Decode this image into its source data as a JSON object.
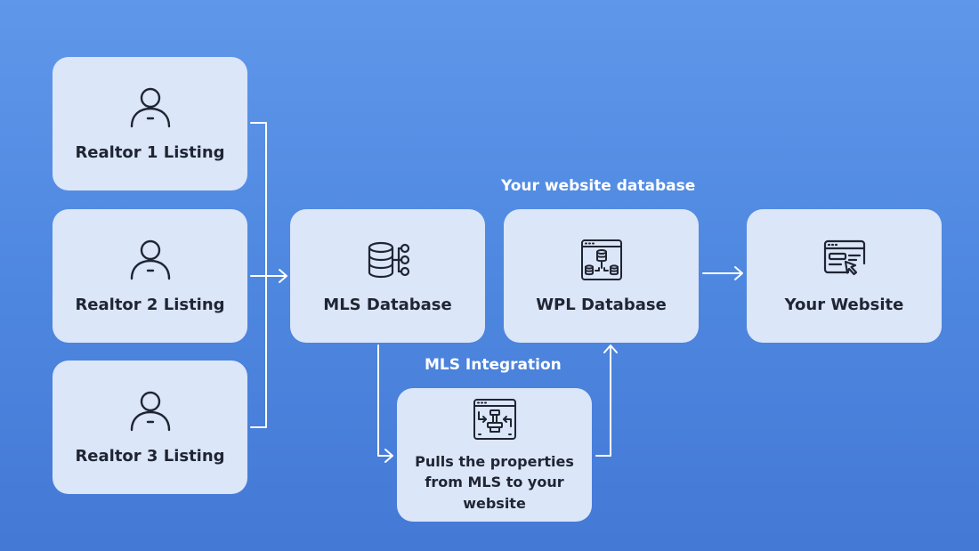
{
  "nodes": {
    "realtor1": {
      "label": "Realtor 1 Listing",
      "icon": "user-icon"
    },
    "realtor2": {
      "label": "Realtor 2 Listing",
      "icon": "user-icon"
    },
    "realtor3": {
      "label": "Realtor 3 Listing",
      "icon": "user-icon"
    },
    "mls_database": {
      "label": "MLS Database",
      "icon": "database-network-icon"
    },
    "wpl_database": {
      "label": "WPL Database",
      "icon": "database-window-icon"
    },
    "your_website": {
      "label": "Your Website",
      "icon": "browser-cursor-icon"
    },
    "pulls": {
      "label": "Pulls the properties from MLS to your website",
      "icon": "integration-window-icon"
    }
  },
  "annotations": {
    "website_database": "Your website database",
    "mls_integration": "MLS Integration"
  },
  "colors": {
    "background_top": "#5f97ea",
    "background_bottom": "#4479d6",
    "node_fill": "#dbe6f8",
    "node_text": "#1f2533",
    "connector": "#ffffff"
  },
  "edges": [
    {
      "from": "realtor1",
      "to": "mls_database"
    },
    {
      "from": "realtor2",
      "to": "mls_database"
    },
    {
      "from": "realtor3",
      "to": "mls_database"
    },
    {
      "from": "mls_database",
      "to": "pulls"
    },
    {
      "from": "pulls",
      "to": "wpl_database"
    },
    {
      "from": "wpl_database",
      "to": "your_website"
    }
  ]
}
